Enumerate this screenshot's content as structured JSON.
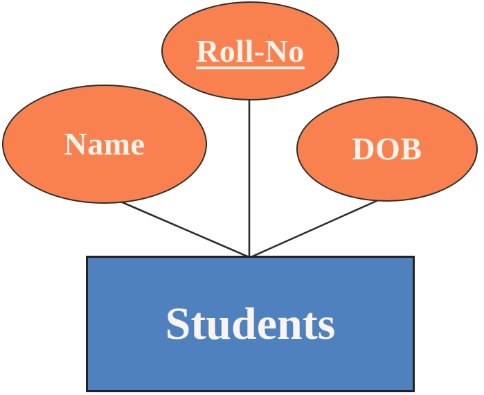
{
  "diagram": {
    "type": "er-diagram",
    "background_color": "#ffffff",
    "connector_color": "#2e2d2c",
    "entity": {
      "label": "Students",
      "fill_color": "#4e81bd",
      "border_color": "#242220",
      "text_color": "#f9f4ee"
    },
    "attributes": [
      {
        "label": "Name",
        "underlined": false
      },
      {
        "label": "Roll-No",
        "underlined": true
      },
      {
        "label": "DOB",
        "underlined": false
      }
    ],
    "attribute_style": {
      "fill_color": "#f8814f",
      "border_color": "#2e2d2c",
      "text_color": "#faf3ea"
    }
  }
}
